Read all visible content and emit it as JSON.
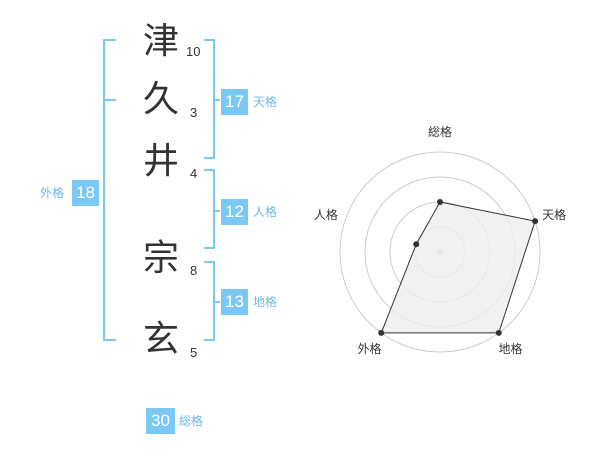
{
  "name": {
    "chars": [
      {
        "char": "津",
        "strokes": "10"
      },
      {
        "char": "久",
        "strokes": "3"
      },
      {
        "char": "井",
        "strokes": "4"
      },
      {
        "char": "宗",
        "strokes": "8"
      },
      {
        "char": "玄",
        "strokes": "5"
      }
    ]
  },
  "grades": {
    "tenkaku": {
      "value": "17",
      "label": "天格"
    },
    "jinkaku": {
      "value": "12",
      "label": "人格"
    },
    "chikaku": {
      "value": "13",
      "label": "地格"
    },
    "gaikaku": {
      "value": "18",
      "label": "外格"
    },
    "soukaku": {
      "value": "30",
      "label": "総格"
    }
  },
  "radar": {
    "axes": [
      "総格",
      "天格",
      "地格",
      "外格",
      "人格"
    ],
    "levels": 4,
    "values": [
      0.5,
      1.0,
      1.0,
      1.0,
      0.25
    ],
    "colors": {
      "ring": "#cccccc",
      "fill": "#eeeeee",
      "line": "#333333",
      "accent": "#7cc8f4"
    }
  }
}
